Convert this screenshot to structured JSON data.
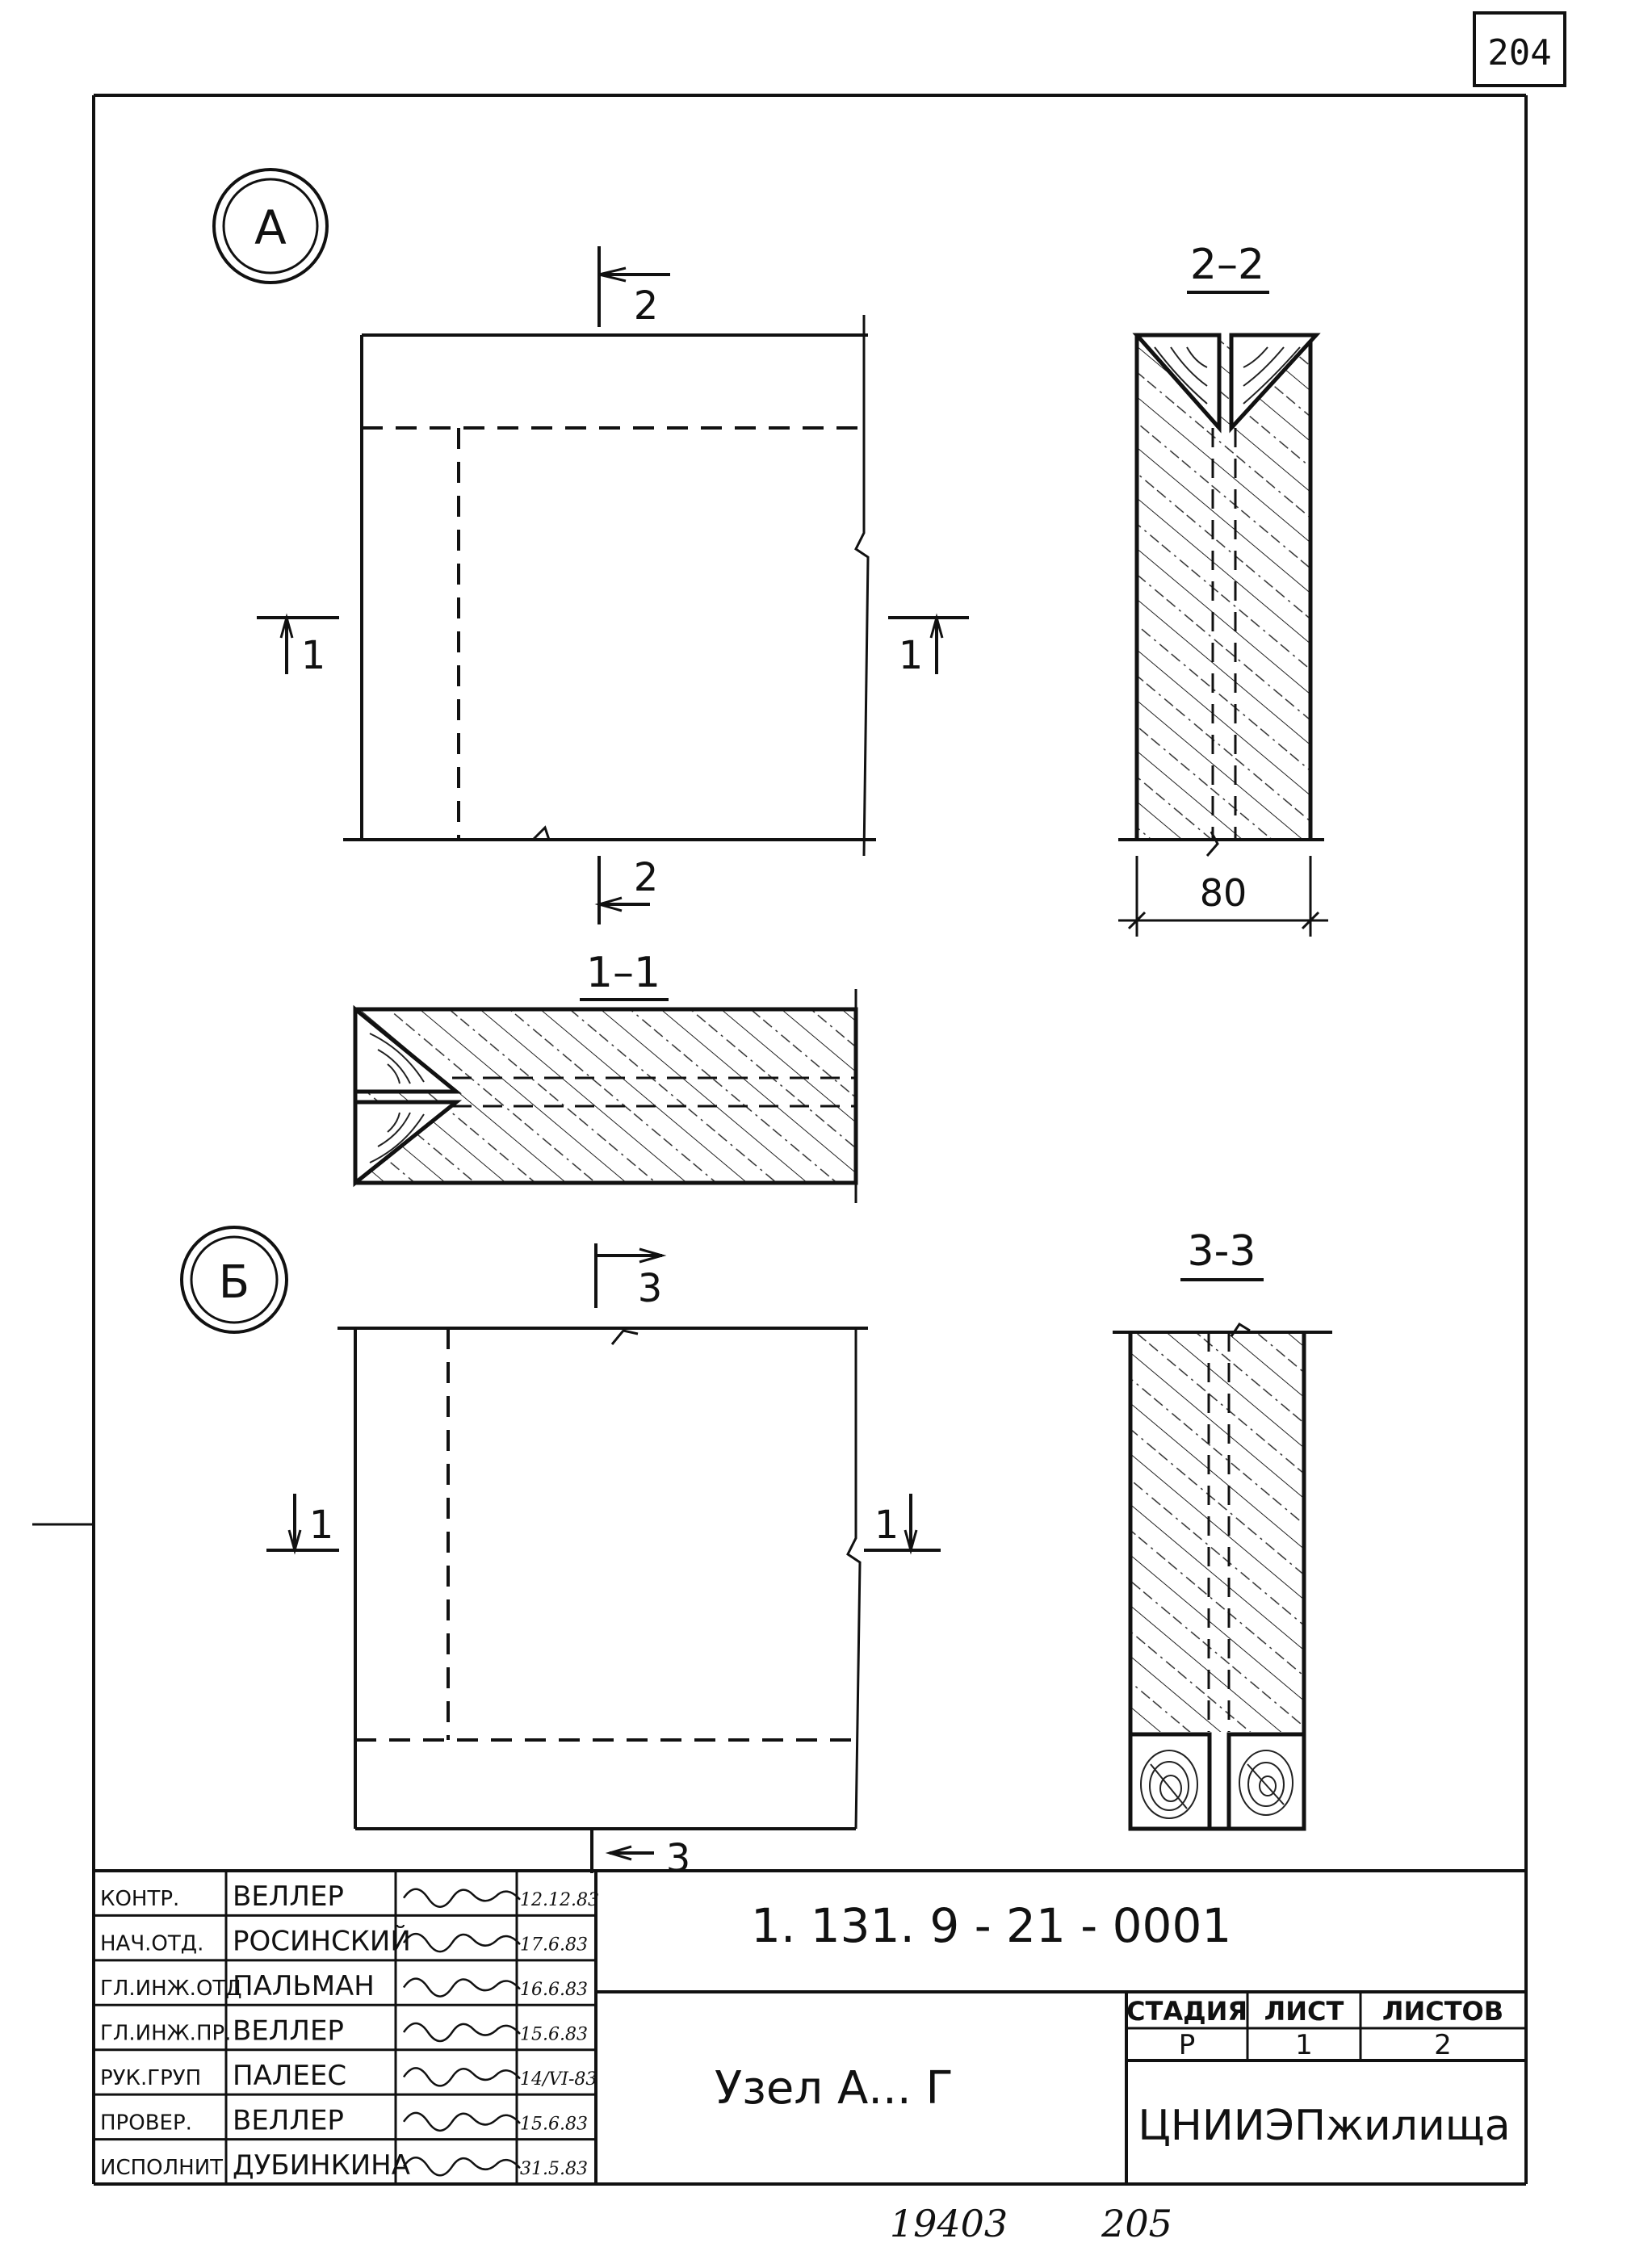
{
  "sheet": {
    "corner_number": "204",
    "footer_left": "19403",
    "footer_right": "205"
  },
  "node_a": {
    "marker": "А",
    "section_2_mark_top": "2",
    "section_2_mark_bottom": "2",
    "section_1_mark_left": "1",
    "section_1_mark_right": "1",
    "section_1_1_title": "1–1",
    "section_2_2_title": "2–2",
    "dimension_80": "80"
  },
  "node_b": {
    "marker": "Б",
    "section_3_mark_top": "3",
    "section_3_mark_bottom": "3",
    "section_1_mark_left": "1",
    "section_1_mark_right": "1",
    "section_3_3_title": "3-3"
  },
  "title_block": {
    "document_code": "1. 131. 9 - 21 - 0001",
    "drawing_title": "Узел А... Г",
    "stage_label": "СТАДИЯ",
    "sheet_label": "ЛИСТ",
    "sheets_label": "ЛИСТОВ",
    "stage_value": "Р",
    "sheet_value": "1",
    "sheets_value": "2",
    "organization": "ЦНИИЭПжилища",
    "signatures": [
      {
        "role": "КОНТР.",
        "name": "ВЕЛЛЕР",
        "date": "12.12.83"
      },
      {
        "role": "НАЧ.ОТД.",
        "name": "РОСИНСКИЙ",
        "date": "17.6.83"
      },
      {
        "role": "ГЛ.ИНЖ.ОТД",
        "name": "ПАЛЬМАН",
        "date": "16.6.83"
      },
      {
        "role": "ГЛ.ИНЖ.ПР.",
        "name": "ВЕЛЛЕР",
        "date": "15.6.83"
      },
      {
        "role": "РУК.ГРУП",
        "name": "ПАЛЕЕС",
        "date": "14/VI-83"
      },
      {
        "role": "ПРОВЕР.",
        "name": "ВЕЛЛЕР",
        "date": "15.6.83"
      },
      {
        "role": "ИСПОЛНИТ",
        "name": "ДУБИНКИНА",
        "date": "31.5.83"
      }
    ]
  }
}
